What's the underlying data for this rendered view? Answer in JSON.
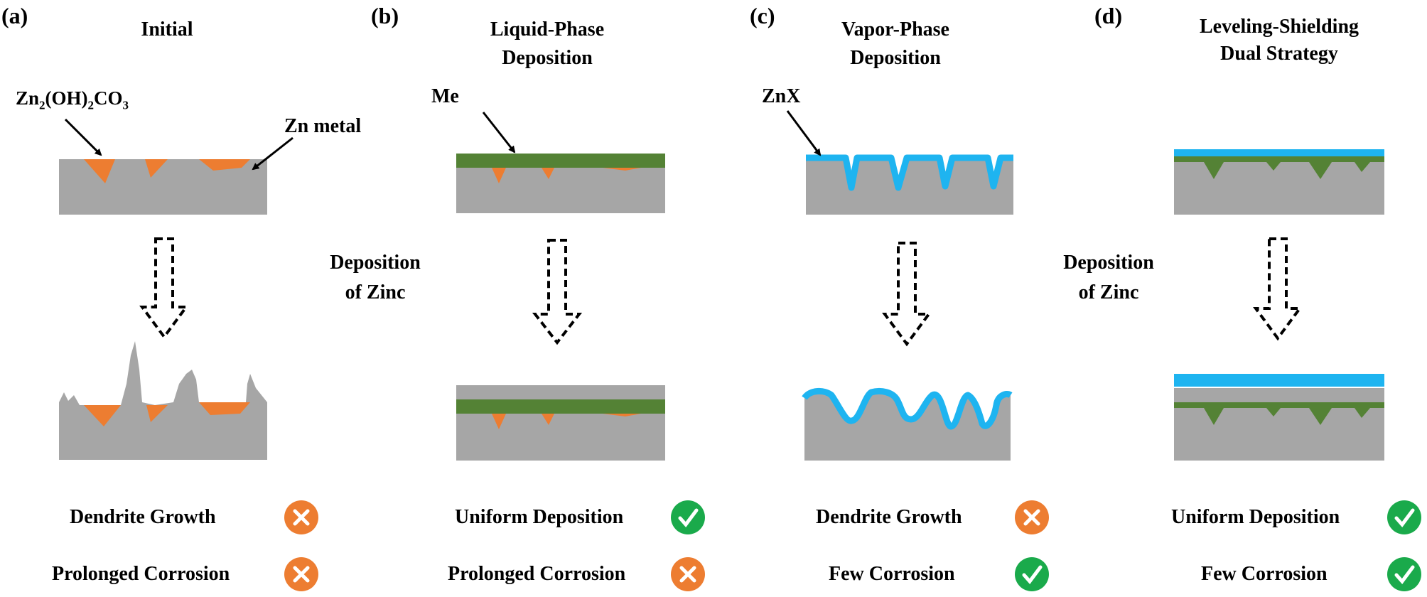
{
  "colors": {
    "zinc": "#a6a6a6",
    "carbonate": "#ed7d31",
    "coating": "#548235",
    "znx": "#1eb4f0",
    "cross_badge": "#ed7d31",
    "check_badge": "#1aaa4b"
  },
  "panels": [
    {
      "label": "(a)",
      "title": "Initial",
      "annotations": [
        "Zn2(OH)2CO3",
        "Zn metal"
      ],
      "results": [
        {
          "text": "Dendrite Growth",
          "status": "cross"
        },
        {
          "text": "Prolonged Corrosion",
          "status": "cross"
        }
      ]
    },
    {
      "label": "(b)",
      "title": [
        "Liquid-Phase",
        "Deposition"
      ],
      "annotations": [
        "Me"
      ],
      "results": [
        {
          "text": "Uniform Deposition",
          "status": "check"
        },
        {
          "text": "Prolonged Corrosion",
          "status": "cross"
        }
      ]
    },
    {
      "label": "(c)",
      "title": [
        "Vapor-Phase",
        "Deposition"
      ],
      "annotations": [
        "ZnX"
      ],
      "results": [
        {
          "text": "Dendrite Growth",
          "status": "cross"
        },
        {
          "text": "Few Corrosion",
          "status": "check"
        }
      ]
    },
    {
      "label": "(d)",
      "title": [
        "Leveling-Shielding",
        "Dual Strategy"
      ],
      "annotations": [],
      "results": [
        {
          "text": "Uniform Deposition",
          "status": "check"
        },
        {
          "text": "Few Corrosion",
          "status": "check"
        }
      ]
    }
  ],
  "process_label": [
    "Deposition",
    "of  Zinc"
  ]
}
